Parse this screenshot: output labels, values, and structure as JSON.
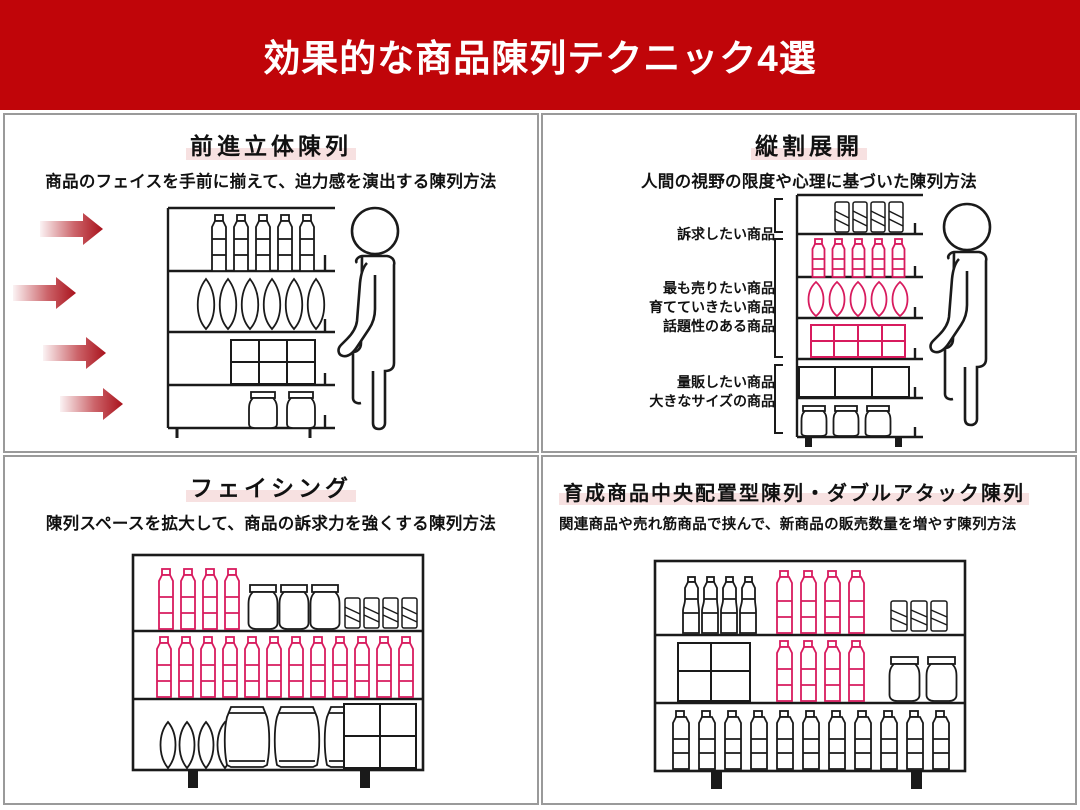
{
  "header": {
    "title": "効果的な商品陳列テクニック4選",
    "background_color": "#c00509",
    "text_color": "#ffffff"
  },
  "theme": {
    "accent_red": "#c00509",
    "product_crimson": "#d81b5e",
    "highlight_pink": "#f7e1e1",
    "outline_black": "#1a1a1a",
    "panel_border": "#9a9a9a"
  },
  "panels": [
    {
      "id": "panel-forward-3d-display",
      "title": "前進立体陳列",
      "subtitle": "商品のフェイスを手前に揃えて、迫力感を演出する陳列方法",
      "illustration": {
        "type": "shelf-with-arrows-and-person",
        "shelf_count": 4,
        "arrow_count": 4,
        "arrow_direction": "right",
        "arrow_color": "#b01019",
        "shelves": [
          {
            "index": 1,
            "items": "bottles",
            "count": 5,
            "color": "outline"
          },
          {
            "index": 2,
            "items": "ovals",
            "count": 6,
            "color": "outline"
          },
          {
            "index": 3,
            "items": "boxes",
            "count": 6,
            "color": "outline"
          },
          {
            "index": 4,
            "items": "jars",
            "count": 2,
            "color": "outline"
          }
        ],
        "person": "side-profile-standing"
      }
    },
    {
      "id": "panel-vertical-split-display",
      "title": "縦割展開",
      "subtitle": "人間の視野の限度や心理に基づいた陳列方法",
      "illustration": {
        "type": "tall-shelf-with-brackets-and-person",
        "shelf_count": 6,
        "shelves": [
          {
            "index": 1,
            "items": "cans",
            "count": 4,
            "color": "outline"
          },
          {
            "index": 2,
            "items": "bottles",
            "count": 5,
            "color": "crimson"
          },
          {
            "index": 3,
            "items": "ovals",
            "count": 5,
            "color": "crimson"
          },
          {
            "index": 4,
            "items": "boxes",
            "count": 6,
            "color": "crimson"
          },
          {
            "index": 5,
            "items": "boxes-wide",
            "count": 3,
            "color": "outline"
          },
          {
            "index": 6,
            "items": "jars",
            "count": 3,
            "color": "outline"
          }
        ],
        "person": "side-profile-standing"
      },
      "labels": [
        {
          "id": "label-top-zone",
          "lines": [
            "訴求したい商品"
          ]
        },
        {
          "id": "label-middle-zone",
          "lines": [
            "最も売りたい商品",
            "育てていきたい商品",
            "話題性のある商品"
          ]
        },
        {
          "id": "label-bottom-zone",
          "lines": [
            "量販したい商品",
            "大きなサイズの商品"
          ]
        }
      ]
    },
    {
      "id": "panel-facing",
      "title": "フェイシング",
      "subtitle": "陳列スペースを拡大して、商品の訴求力を強くする陳列方法",
      "illustration": {
        "type": "wide-shelf",
        "shelf_count": 3,
        "shelves": [
          {
            "index": 1,
            "groups": [
              {
                "items": "bottles",
                "count": 4,
                "color": "crimson"
              },
              {
                "items": "jars",
                "count": 3,
                "color": "outline"
              },
              {
                "items": "cans",
                "count": 4,
                "color": "outline"
              }
            ]
          },
          {
            "index": 2,
            "groups": [
              {
                "items": "bottles",
                "count": 12,
                "color": "crimson"
              }
            ]
          },
          {
            "index": 3,
            "groups": [
              {
                "items": "ovals",
                "count": 4,
                "color": "outline"
              },
              {
                "items": "barrels",
                "count": 3,
                "color": "outline"
              },
              {
                "items": "boxes",
                "count": 4,
                "color": "outline"
              }
            ]
          }
        ],
        "legs": 2
      }
    },
    {
      "id": "panel-center-placement-double-attack",
      "title": "育成商品中央配置型陳列・ダブルアタック陳列",
      "subtitle": "関連商品や売れ筋商品で挟んで、新商品の販売数量を増やす陳列方法",
      "illustration": {
        "type": "wide-shelf",
        "shelf_count": 3,
        "shelves": [
          {
            "index": 1,
            "groups": [
              {
                "items": "bottles",
                "count": 4,
                "color": "outline"
              },
              {
                "items": "bottles",
                "count": 4,
                "color": "crimson"
              },
              {
                "items": "cans",
                "count": 3,
                "color": "outline"
              }
            ]
          },
          {
            "index": 2,
            "groups": [
              {
                "items": "boxes",
                "count": 4,
                "color": "outline"
              },
              {
                "items": "bottles",
                "count": 4,
                "color": "crimson"
              },
              {
                "items": "jars",
                "count": 2,
                "color": "outline"
              }
            ]
          },
          {
            "index": 3,
            "groups": [
              {
                "items": "bottles",
                "count": 11,
                "color": "outline"
              }
            ]
          }
        ],
        "legs": 2
      }
    }
  ]
}
